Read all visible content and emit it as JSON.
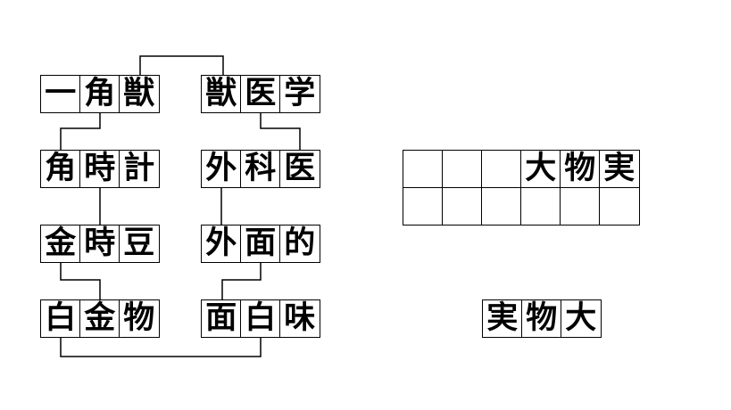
{
  "chain": {
    "row1_left": [
      "一",
      "角",
      "獣"
    ],
    "row1_right": [
      "獣",
      "医",
      "学"
    ],
    "row2_left": [
      "角",
      "時",
      "計"
    ],
    "row2_right": [
      "外",
      "科",
      "医"
    ],
    "row3_left": [
      "金",
      "時",
      "豆"
    ],
    "row3_right": [
      "外",
      "面",
      "的"
    ],
    "row4_left": [
      "白",
      "金",
      "物"
    ],
    "row4_right": [
      "面",
      "白",
      "味"
    ]
  },
  "grid": {
    "row1": [
      "",
      "",
      "",
      "大",
      "物",
      "実"
    ],
    "row2": [
      "",
      "",
      "",
      "",
      "",
      ""
    ]
  },
  "answer": [
    "実",
    "物",
    "大"
  ],
  "colors": {
    "line": "#000000",
    "background": "#ffffff",
    "text": "#000000"
  }
}
